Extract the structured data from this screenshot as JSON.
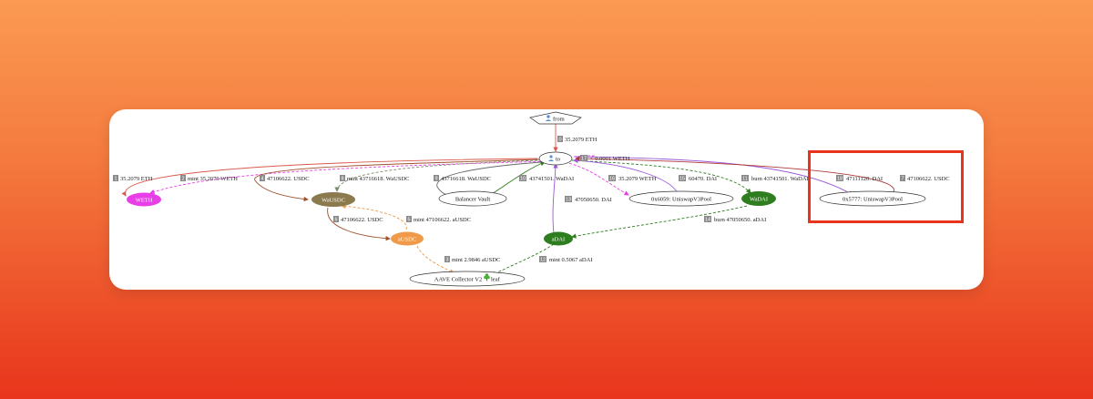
{
  "colors": {
    "highlight": "#e8341c",
    "weth": "#e83ee8",
    "wausdc": "#8a7a4e",
    "ausdc": "#ee9a48",
    "wadai": "#2e7d1e",
    "adai": "#2e7d1e"
  },
  "nodes": {
    "from": {
      "label": "from",
      "icon": "user-icon"
    },
    "to": {
      "label": "to",
      "icon": "user-icon"
    },
    "weth": {
      "label": "WETH"
    },
    "wausdc": {
      "label": "WaUSDC"
    },
    "ausdc": {
      "label": "aUSDC"
    },
    "balancer": {
      "label": "Balancer Vault"
    },
    "pool6059": {
      "label": "0x6059: UniswapV3Pool"
    },
    "wadai": {
      "label": "WaDAI"
    },
    "adai": {
      "label": "aDAI"
    },
    "pool5777": {
      "label": "0x5777: UniswapV3Pool"
    },
    "aave": {
      "label": "AAVE Collector V2",
      "suffix": "leaf",
      "icon": "leaf-icon"
    }
  },
  "edges": [
    {
      "num": "0",
      "text": "35.2079 ETH"
    },
    {
      "num": "1",
      "text": "35.2079 ETH"
    },
    {
      "num": "2",
      "text": "mint 35.2079 WETH"
    },
    {
      "num": "4",
      "text": "47106622. USDC"
    },
    {
      "num": "5",
      "text": "mint 47106622. aUSDC"
    },
    {
      "num": "6",
      "text": "47106622. USDC"
    },
    {
      "num": "8",
      "text": "mint 43716618. WaUSDC"
    },
    {
      "num": "9",
      "text": "43716618. WaUSDC"
    },
    {
      "num": "10",
      "text": "43741501. WaDAI"
    },
    {
      "num": "11",
      "text": "burn 43741501. WaDAI"
    },
    {
      "num": "12",
      "text": "mint 0.5067 aDAI"
    },
    {
      "num": "13",
      "text": "47050650. DAI"
    },
    {
      "num": "14",
      "text": "burn 47050650. aDAI"
    },
    {
      "num": "15",
      "text": "60470. DAI"
    },
    {
      "num": "16",
      "text": "35.2079 WETH"
    },
    {
      "num": "17",
      "text": "< 0.0001 WETH"
    },
    {
      "num": "18",
      "text": "47111120. DAI"
    },
    {
      "num": "3",
      "text": "mint 2.9846 aUSDC"
    },
    {
      "num": "7",
      "text": "47106622. USDC"
    }
  ]
}
